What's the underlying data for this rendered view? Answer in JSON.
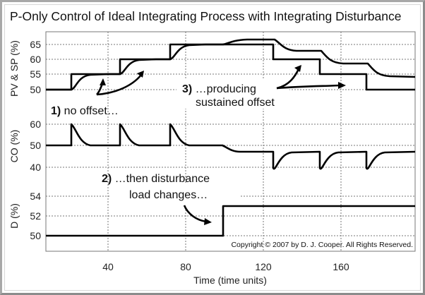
{
  "chart_data": {
    "type": "line",
    "title": "P-Only Control of Ideal Integrating Process with Integrating Disturbance",
    "xlabel": "Time (time units)",
    "x_ticks": [
      40,
      80,
      120,
      160
    ],
    "xlim": [
      8,
      198
    ],
    "grid": true,
    "panels": [
      {
        "name": "PV & SP",
        "ylabel": "PV & SP (%)",
        "y_ticks": [
          50,
          55,
          60,
          65
        ],
        "series": [
          {
            "name": "SP",
            "style": "step",
            "points": [
              [
                8,
                50
              ],
              [
                21,
                50
              ],
              [
                21,
                55
              ],
              [
                46,
                55
              ],
              [
                46,
                60
              ],
              [
                72,
                60
              ],
              [
                72,
                65
              ],
              [
                125,
                65
              ],
              [
                125,
                60
              ],
              [
                149,
                60
              ],
              [
                149,
                55
              ],
              [
                173,
                55
              ],
              [
                173,
                50
              ],
              [
                198,
                50
              ]
            ]
          },
          {
            "name": "PV",
            "style": "smooth",
            "points": [
              [
                8,
                50
              ],
              [
                21,
                50
              ],
              [
                26,
                52.5
              ],
              [
                32,
                54.6
              ],
              [
                40,
                55
              ],
              [
                46,
                55
              ],
              [
                51,
                57.5
              ],
              [
                57,
                59.6
              ],
              [
                65,
                60
              ],
              [
                72,
                60
              ],
              [
                77,
                62.5
              ],
              [
                83,
                64.6
              ],
              [
                90,
                65
              ],
              [
                99,
                65
              ],
              [
                104,
                66
              ],
              [
                112,
                66.5
              ],
              [
                126,
                66.5
              ],
              [
                130,
                64
              ],
              [
                135,
                62
              ],
              [
                142,
                61.5
              ],
              [
                150,
                61.5
              ],
              [
                155,
                59
              ],
              [
                160,
                57
              ],
              [
                166,
                56.5
              ],
              [
                174,
                56.5
              ],
              [
                179,
                54
              ],
              [
                184,
                52
              ],
              [
                190,
                51.5
              ],
              [
                198,
                51.5
              ]
            ]
          }
        ]
      },
      {
        "name": "CO",
        "ylabel": "CO (%)",
        "y_ticks": [
          40,
          50,
          60
        ],
        "series": [
          {
            "name": "CO",
            "style": "smooth",
            "points": [
              [
                8,
                50
              ],
              [
                21,
                50
              ],
              [
                21,
                60
              ],
              [
                23,
                58
              ],
              [
                27,
                54
              ],
              [
                32,
                51
              ],
              [
                38,
                50
              ],
              [
                46,
                50
              ],
              [
                46,
                60
              ],
              [
                48,
                58
              ],
              [
                52,
                54
              ],
              [
                57,
                51
              ],
              [
                63,
                50
              ],
              [
                72,
                50
              ],
              [
                72,
                60
              ],
              [
                74,
                58
              ],
              [
                78,
                54
              ],
              [
                83,
                51
              ],
              [
                89,
                50
              ],
              [
                99,
                50
              ],
              [
                103,
                48.5
              ],
              [
                108,
                47
              ],
              [
                125,
                47
              ],
              [
                125,
                38
              ],
              [
                127,
                38
              ],
              [
                131,
                43
              ],
              [
                137,
                46.5
              ],
              [
                149,
                47
              ],
              [
                149,
                38
              ],
              [
                151,
                38
              ],
              [
                155,
                43
              ],
              [
                161,
                46.5
              ],
              [
                173,
                47
              ],
              [
                173,
                38
              ],
              [
                175,
                38
              ],
              [
                179,
                43
              ],
              [
                185,
                46.5
              ],
              [
                198,
                47
              ]
            ]
          }
        ]
      },
      {
        "name": "D",
        "ylabel": "D (%)",
        "y_ticks": [
          50,
          52,
          54
        ],
        "series": [
          {
            "name": "D",
            "style": "step",
            "points": [
              [
                8,
                50
              ],
              [
                99,
                50
              ],
              [
                99,
                53
              ],
              [
                198,
                53
              ]
            ]
          }
        ]
      }
    ],
    "annotations": [
      {
        "text": "1) no offset…",
        "panel": "PV & SP"
      },
      {
        "text": "2) …then disturbance load changes…",
        "panel": "CO/D"
      },
      {
        "text": "3) …producing sustained offset",
        "panel": "PV & SP"
      },
      {
        "text": "Copyright © 2007 by D. J. Cooper. All Rights Reserved.",
        "panel": "D"
      }
    ]
  },
  "labels": {
    "title": "P-Only Control of Ideal Integrating Process with Integrating Disturbance",
    "xlabel": "Time (time units)",
    "ylabel_pv": "PV & SP (%)",
    "ylabel_co": "CO (%)",
    "ylabel_d": "D (%)",
    "xticks": [
      "40",
      "80",
      "120",
      "160"
    ],
    "pv_ticks": [
      "65",
      "60",
      "55",
      "50"
    ],
    "co_ticks": [
      "60",
      "50",
      "40"
    ],
    "d_ticks": [
      "54",
      "52",
      "50"
    ],
    "ann1_num": "1)",
    "ann1_text": " no offset…",
    "ann2_num": "2)",
    "ann2_line1": " …then disturbance",
    "ann2_line2": "load changes…",
    "ann3_num": "3)",
    "ann3_line1": " …producing",
    "ann3_line2": "sustained offset",
    "copyright": "Copyright © 2007 by D. J. Cooper. All Rights Reserved."
  },
  "colors": {
    "trace": "#000000",
    "grid": "#777777",
    "frame": "#a8a8a8",
    "background": "#ffffff"
  }
}
